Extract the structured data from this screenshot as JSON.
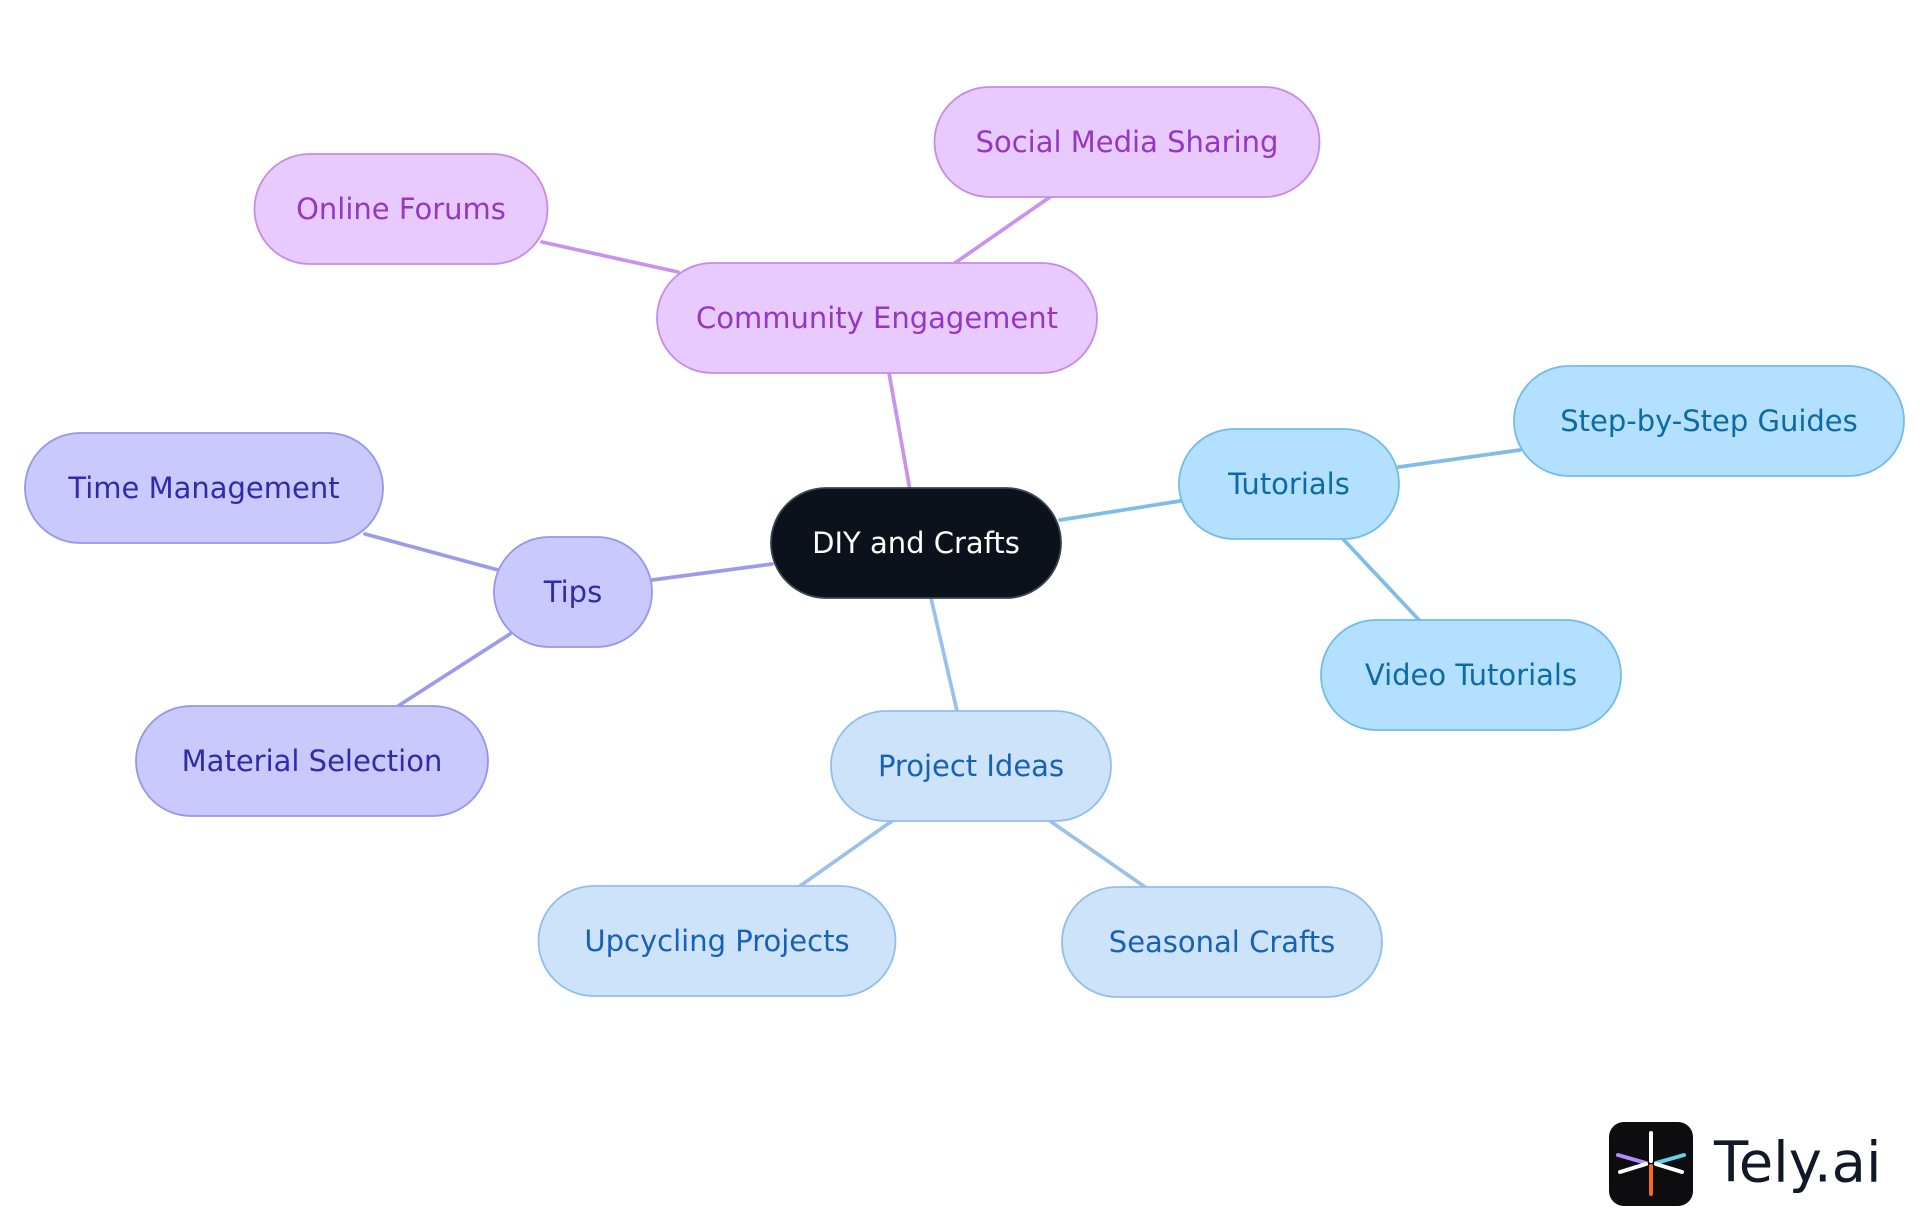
{
  "diagram": {
    "type": "mind-map",
    "central": {
      "label": "DIY and Crafts"
    },
    "branches": [
      {
        "label": "Community Engagement",
        "theme": "purple",
        "children": [
          {
            "label": "Online Forums"
          },
          {
            "label": "Social Media Sharing"
          }
        ]
      },
      {
        "label": "Tutorials",
        "theme": "sky",
        "children": [
          {
            "label": "Step-by-Step Guides"
          },
          {
            "label": "Video Tutorials"
          }
        ]
      },
      {
        "label": "Tips",
        "theme": "indigo",
        "children": [
          {
            "label": "Time Management"
          },
          {
            "label": "Material Selection"
          }
        ]
      },
      {
        "label": "Project Ideas",
        "theme": "blue",
        "children": [
          {
            "label": "Upcycling Projects"
          },
          {
            "label": "Seasonal Crafts"
          }
        ]
      }
    ]
  },
  "themes": {
    "central": {
      "fill": "#0c121b",
      "stroke": "#3a4352",
      "text": "#ffffff"
    },
    "purple": {
      "fill": "#e8caff",
      "stroke": "#c58ce8",
      "text": "#9437c7",
      "edge": "#c992ee"
    },
    "sky": {
      "fill": "#b3e0ff",
      "stroke": "#71bde9",
      "text": "#0d6aa5",
      "edge": "#7ebde6"
    },
    "indigo": {
      "fill": "#c9c9fe",
      "stroke": "#9796e8",
      "text": "#2e2caa",
      "edge": "#9d9ae9"
    },
    "blue": {
      "fill": "#cde3fa",
      "stroke": "#91bfed",
      "text": "#1762b6",
      "edge": "#9ac0ec"
    }
  },
  "brand": {
    "name": "Tely.ai",
    "logo_icon": "tely-asterisk-icon"
  }
}
